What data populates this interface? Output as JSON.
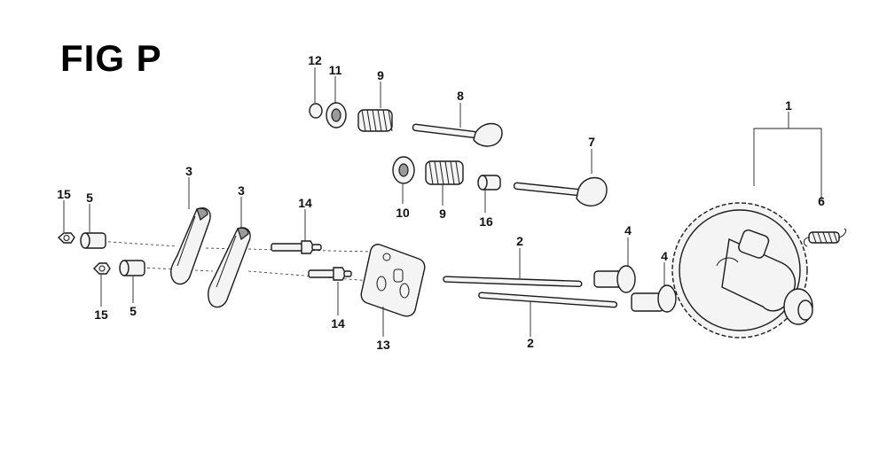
{
  "figure": {
    "title": "FIG P"
  },
  "callouts": {
    "c1": "1",
    "c2a": "2",
    "c2b": "2",
    "c3a": "3",
    "c3b": "3",
    "c4a": "4",
    "c4b": "4",
    "c5a": "5",
    "c5b": "5",
    "c6": "6",
    "c7": "7",
    "c8": "8",
    "c9a": "9",
    "c9b": "9",
    "c10": "10",
    "c11": "11",
    "c12": "12",
    "c13": "13",
    "c14a": "14",
    "c14b": "14",
    "c15a": "15",
    "c15b": "15",
    "c16": "16"
  }
}
